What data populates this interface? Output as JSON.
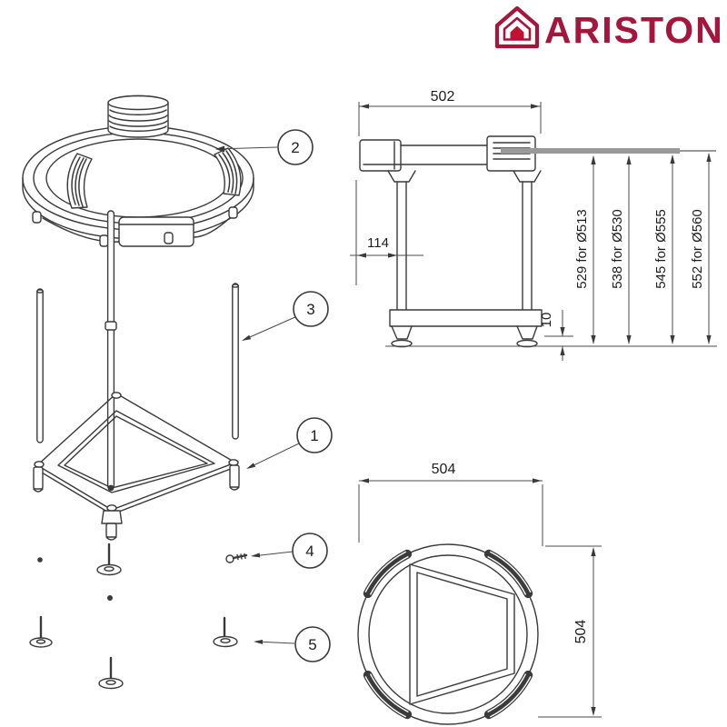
{
  "brand": {
    "name": "ARISTON",
    "color": "#A6153C",
    "accent_fill": "#C01334"
  },
  "callouts": [
    {
      "label": "1"
    },
    {
      "label": "2"
    },
    {
      "label": "3"
    },
    {
      "label": "4"
    },
    {
      "label": "5"
    }
  ],
  "front_view": {
    "width": "502",
    "leg_offset": "114",
    "foot_adjust": "10",
    "heights": [
      "529 for Ø513",
      "538 for Ø530",
      "545 for Ø555",
      "552 for Ø560"
    ]
  },
  "top_view": {
    "width": "504",
    "depth": "504"
  },
  "colors": {
    "line": "#3A3A3A",
    "dim": "#4A4A4A",
    "gray_bar": "#9A9A9A"
  }
}
